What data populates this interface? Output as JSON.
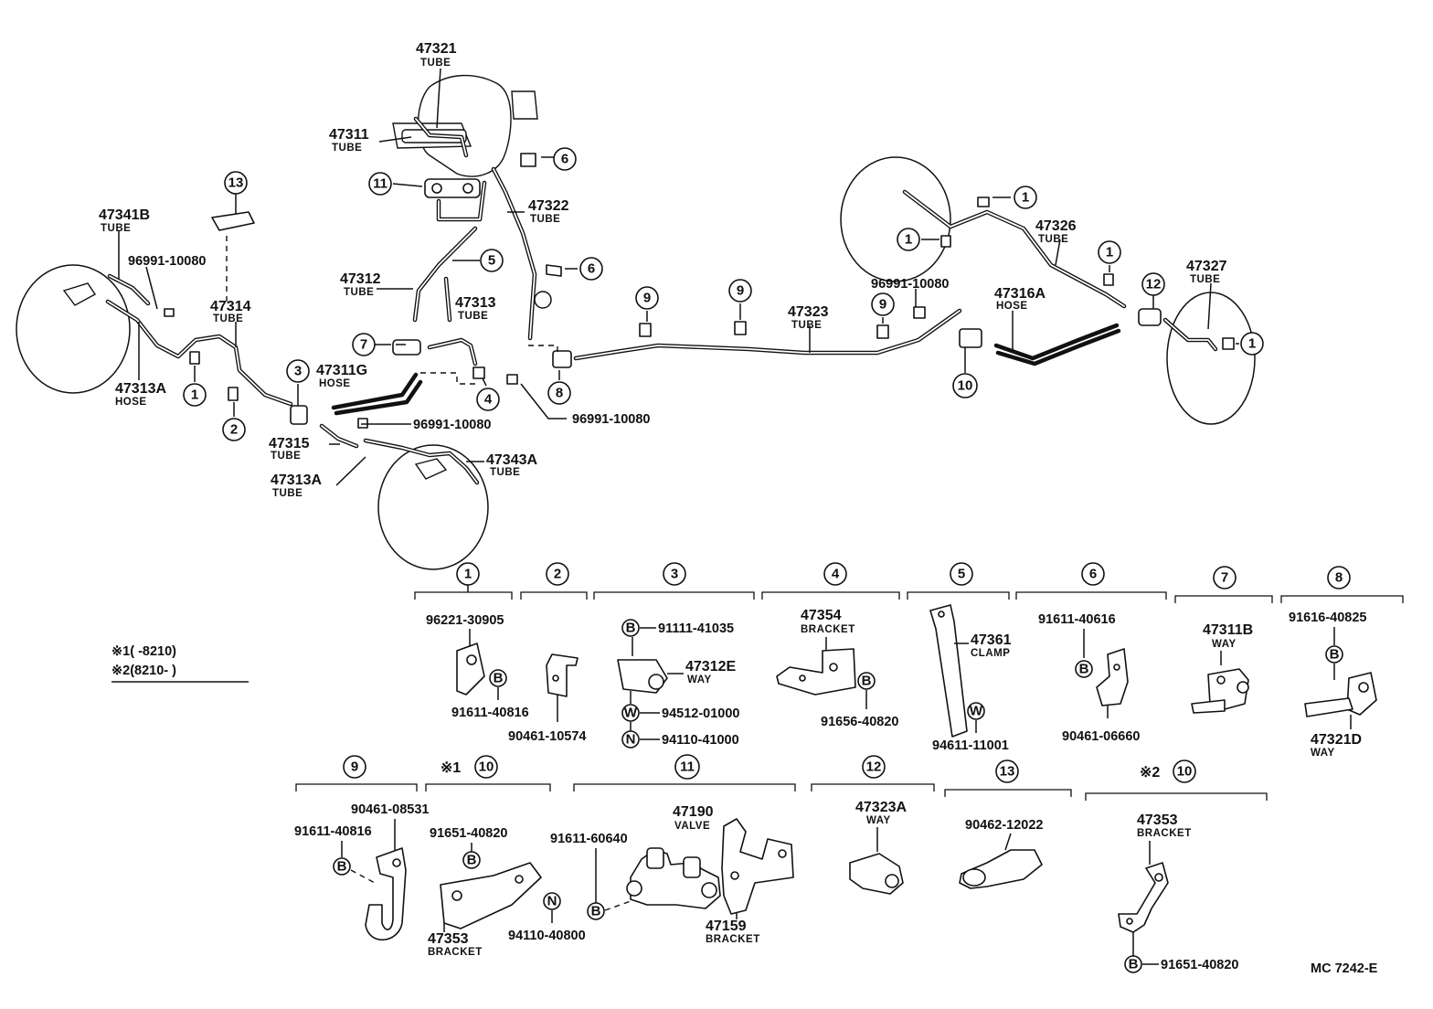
{
  "labels": {
    "p47321": "47321",
    "t47321": "TUBE",
    "p47311": "47311",
    "t47311": "TUBE",
    "p47322": "47322",
    "t47322": "TUBE",
    "p47341b": "47341B",
    "t47341b": "TUBE",
    "c96991a": "96991-10080",
    "p47314": "47314",
    "t47314": "TUBE",
    "p47312": "47312",
    "t47312": "TUBE",
    "p47313": "47313",
    "t47313": "TUBE",
    "p47311g": "47311G",
    "t47311g": "HOSE",
    "p47313a1": "47313A",
    "t47313a1": "HOSE",
    "c96991b": "96991-10080",
    "c96991c": "96991-10080",
    "p47315": "47315",
    "t47315": "TUBE",
    "p47313a2": "47313A",
    "t47313a2": "TUBE",
    "p47343a": "47343A",
    "t47343a": "TUBE",
    "p47323": "47323",
    "t47323": "TUBE",
    "c96991d": "96991-10080",
    "p47326": "47326",
    "t47326": "TUBE",
    "p47316a": "47316A",
    "t47316a": "HOSE",
    "p47327": "47327",
    "t47327": "TUBE"
  },
  "callouts": {
    "n1": "1",
    "n2": "2",
    "n3": "3",
    "n4": "4",
    "n5": "5",
    "n6": "6",
    "n7": "7",
    "n8": "8",
    "n9": "9",
    "n10": "10",
    "n11": "11",
    "n12": "12",
    "n13": "13",
    "bolt": "B",
    "washer": "W",
    "nut": "N",
    "mark1": "※1",
    "mark2": "※2"
  },
  "legend": {
    "line1": "※1(      -8210)",
    "line2": "※2(8210-        )"
  },
  "groups": {
    "g1": {
      "a": "96221-30905",
      "b": "91611-40816"
    },
    "g2": {
      "a": "90461-10574"
    },
    "g3": {
      "a": "91111-41035",
      "b": "47312E",
      "b_sub": "WAY",
      "c": "94512-01000",
      "d": "94110-41000"
    },
    "g4": {
      "a": "47354",
      "a_sub": "BRACKET",
      "b": "91656-40820"
    },
    "g5": {
      "a": "47361",
      "a_sub": "CLAMP",
      "b": "94611-11001"
    },
    "g6": {
      "a": "91611-40616",
      "b": "90461-06660"
    },
    "g7": {
      "a": "47311B",
      "a_sub": "WAY"
    },
    "g8": {
      "a": "91616-40825",
      "b": "47321D",
      "b_sub": "WAY"
    },
    "g9": {
      "a": "90461-08531",
      "b": "91611-40816"
    },
    "g10a": {
      "a": "91651-40820",
      "b": "47353",
      "b_sub": "BRACKET",
      "c": "94110-40800"
    },
    "g11": {
      "a": "47190",
      "a_sub": "VALVE",
      "b": "91611-60640",
      "c": "47159",
      "c_sub": "BRACKET"
    },
    "g12": {
      "a": "47323A",
      "a_sub": "WAY"
    },
    "g13": {
      "a": "90462-12022"
    },
    "g10b": {
      "a": "47353",
      "a_sub": "BRACKET",
      "b": "91651-40820"
    }
  },
  "footer": {
    "code": "MC  7242-E"
  }
}
